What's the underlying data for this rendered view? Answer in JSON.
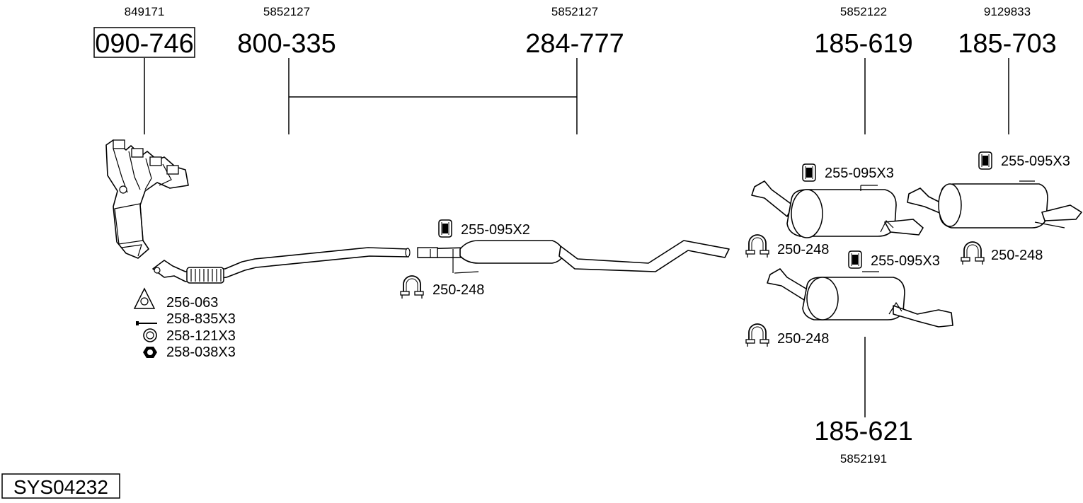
{
  "system_code": "SYS04232",
  "parts": [
    {
      "part_number": "090-746",
      "oe_number": "849171"
    },
    {
      "part_number": "800-335",
      "oe_number": "5852127"
    },
    {
      "part_number": "284-777",
      "oe_number": "5852127"
    },
    {
      "part_number": "185-619",
      "oe_number": "5852122"
    },
    {
      "part_number": "185-703",
      "oe_number": "9129833"
    },
    {
      "part_number": "185-621",
      "oe_number": "5852191"
    }
  ],
  "accessories": {
    "gasket": "256-063",
    "bolt": "258-835X3",
    "spring": "258-121X3",
    "nut": "258-038X3",
    "mount_center": "255-095X2",
    "clamp_center": "250-248",
    "mount_rear_left": "255-095X3",
    "clamp_rear_left": "250-248",
    "mount_rear_right": "255-095X3",
    "clamp_rear_right": "250-248",
    "mount_rear_lower": "255-095X3",
    "clamp_rear_lower": "250-248"
  },
  "icons": {
    "mount": "rubber-mount-icon",
    "clamp": "clamp-icon",
    "gasket": "gasket-icon",
    "bolt": "bolt-icon",
    "spring": "spring-washer-icon",
    "nut": "nut-icon"
  },
  "colors": {
    "line": "#000000",
    "background": "#ffffff"
  }
}
